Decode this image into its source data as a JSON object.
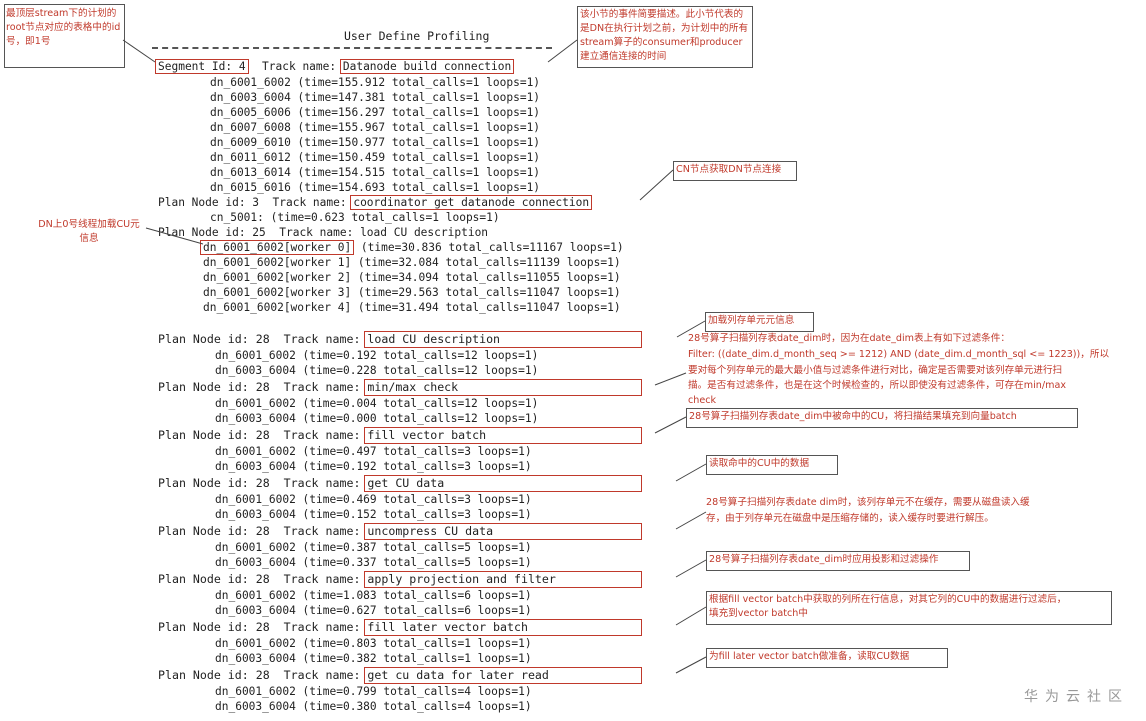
{
  "title": "User Define Profiling",
  "segment": {
    "prefix": "Segment Id: 4",
    "middle": "  Track name: ",
    "boxed": "Datanode build connection"
  },
  "segment_lines": [
    "dn_6001_6002 (time=155.912 total_calls=1 loops=1)",
    "dn_6003_6004 (time=147.381 total_calls=1 loops=1)",
    "dn_6005_6006 (time=156.297 total_calls=1 loops=1)",
    "dn_6007_6008 (time=155.967 total_calls=1 loops=1)",
    "dn_6009_6010 (time=150.977 total_calls=1 loops=1)",
    "dn_6011_6012 (time=150.459 total_calls=1 loops=1)",
    "dn_6013_6014 (time=154.515 total_calls=1 loops=1)",
    "dn_6015_6016 (time=154.693 total_calls=1 loops=1)"
  ],
  "plan3": {
    "prefix": "Plan Node id: 3  Track name: ",
    "boxed": "coordinator get datanode connection",
    "line": "cn_5001: (time=0.623 total_calls=1 loops=1)"
  },
  "plan25": {
    "header": "Plan Node id: 25  Track name: load CU description",
    "first_boxed": "dn_6001_6002[worker 0]",
    "first_rest": " (time=30.836 total_calls=11167 loops=1)",
    "lines": [
      "dn_6001_6002[worker 1] (time=32.084 total_calls=11139 loops=1)",
      "dn_6001_6002[worker 2] (time=34.094 total_calls=11055 loops=1)",
      "dn_6001_6002[worker 3] (time=29.563 total_calls=11047 loops=1)",
      "dn_6001_6002[worker 4] (time=31.494 total_calls=11047 loops=1)"
    ]
  },
  "plan28_prefix": "Plan Node id: 28  Track name: ",
  "plan28": [
    {
      "track": "load CU description",
      "lines": [
        "dn_6001_6002 (time=0.192 total_calls=12 loops=1)",
        "dn_6003_6004 (time=0.228 total_calls=12 loops=1)"
      ]
    },
    {
      "track": "min/max check",
      "lines": [
        "dn_6001_6002 (time=0.004 total_calls=12 loops=1)",
        "dn_6003_6004 (time=0.000 total_calls=12 loops=1)"
      ]
    },
    {
      "track": "fill vector batch",
      "lines": [
        "dn_6001_6002 (time=0.497 total_calls=3 loops=1)",
        "dn_6003_6004 (time=0.192 total_calls=3 loops=1)"
      ]
    },
    {
      "track": "get CU data",
      "lines": [
        "dn_6001_6002 (time=0.469 total_calls=3 loops=1)",
        "dn_6003_6004 (time=0.152 total_calls=3 loops=1)"
      ]
    },
    {
      "track": "uncompress CU data",
      "lines": [
        "dn_6001_6002 (time=0.387 total_calls=5 loops=1)",
        "dn_6003_6004 (time=0.337 total_calls=5 loops=1)"
      ]
    },
    {
      "track": "apply projection and filter",
      "lines": [
        "dn_6001_6002 (time=1.083 total_calls=6 loops=1)",
        "dn_6003_6004 (time=0.627 total_calls=6 loops=1)"
      ]
    },
    {
      "track": "fill later vector batch",
      "lines": [
        "dn_6001_6002 (time=0.803 total_calls=1 loops=1)",
        "dn_6003_6004 (time=0.382 total_calls=1 loops=1)"
      ]
    },
    {
      "track": "get cu data for later read",
      "lines": [
        "dn_6001_6002 (time=0.799 total_calls=4 loops=1)",
        "dn_6003_6004 (time=0.380 total_calls=4 loops=1)"
      ]
    }
  ],
  "notes": {
    "segment_left": "最顶层stream下的计划的root节点对应的表格中的id号，即1号",
    "segment_right": "该小节的事件简要描述。此小节代表的是DN在执行计划之前，为计划中的所有stream算子的consumer和producer建立通信连接的时间",
    "cn_conn": "CN节点获取DN节点连接",
    "dn_worker": "DN上0号线程加载CU元信息",
    "load_cu": "加载列存单元元信息",
    "minmax_1": "28号算子扫描列存表date_dim时，因为在date_dim表上有如下过滤条件：",
    "minmax_2": "Filter: ((date_dim.d_month_seq >= 1212) AND (date_dim.d_month_sql <= 1223))，所以",
    "minmax_3": "要对每个列存单元的最大最小值与过滤条件进行对比，确定是否需要对该列存单元进行扫",
    "minmax_4": "描。是否有过滤条件，也是在这个时候检查的，所以即使没有过滤条件，可存在min/max",
    "minmax_5": "check",
    "fill_vec": "28号算子扫描列存表date_dim中被命中的CU，将扫描结果填充到向量batch",
    "get_cu": "读取命中的CU中的数据",
    "uncompress_1": "28号算子扫描列存表date dim时，该列存单元不在缓存，需要从磁盘读入缓",
    "uncompress_2": "存，由于列存单元在磁盘中是压缩存储的，读入缓存时要进行解压。",
    "proj": "28号算子扫描列存表date_dim时应用投影和过滤操作",
    "fill_later_1": "根据fill vector batch中获取的列所在行信息，对其它列的CU中的数据进行过滤后，",
    "fill_later_2": "填充到vector batch中",
    "later_read": "为fill later vector batch做准备，读取CU数据"
  },
  "watermark": "华为云社区"
}
